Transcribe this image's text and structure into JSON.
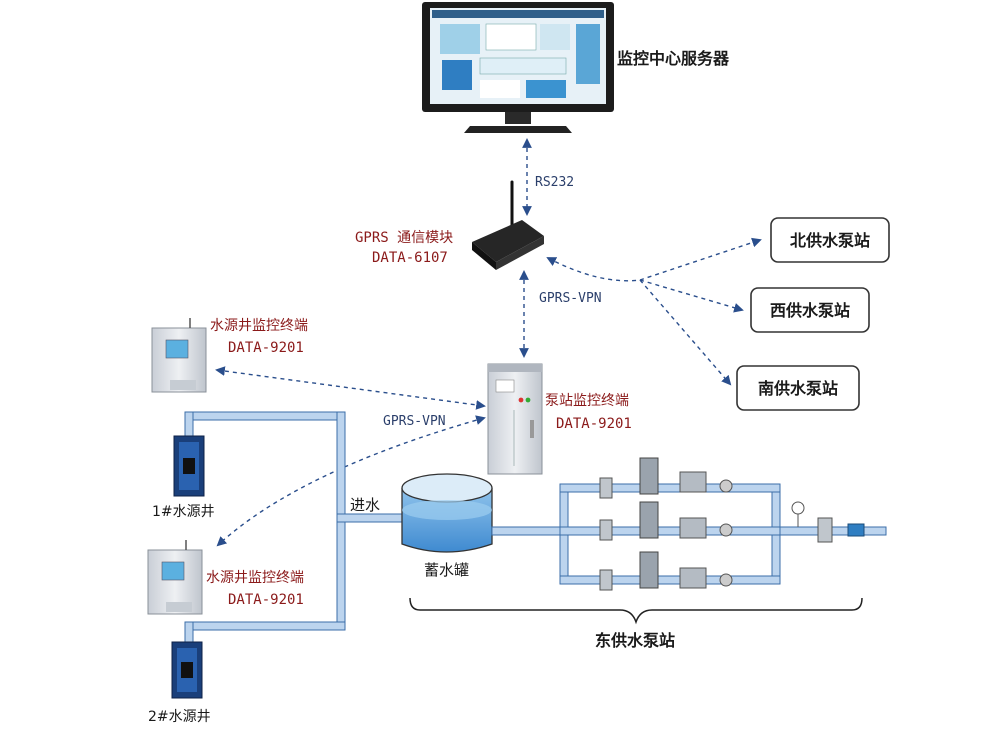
{
  "server": {
    "label": "监控中心服务器"
  },
  "links": {
    "rs232": "RS232",
    "gprs_vpn_1": "GPRS-VPN",
    "gprs_vpn_2": "GPRS-VPN"
  },
  "gprs_module": {
    "name": "GPRS 通信模块",
    "model": "DATA-6107"
  },
  "stations": {
    "north": "北供水泵站",
    "west": "西供水泵站",
    "south": "南供水泵站",
    "east": "东供水泵站"
  },
  "pump_terminal": {
    "name": "泵站监控终端",
    "model": "DATA-9201"
  },
  "well_terminal_1": {
    "name": "水源井监控终端",
    "model": "DATA-9201"
  },
  "well_terminal_2": {
    "name": "水源井监控终端",
    "model": "DATA-9201"
  },
  "wells": {
    "well1": "1#水源井",
    "well2": "2#水源井"
  },
  "water": {
    "inlet": "进水",
    "tank": "蓄水罐"
  },
  "colors": {
    "pipe": "#bcd4ee",
    "pipe_edge": "#3b6ea8",
    "dash_link": "#2a4e8c",
    "red_label": "#8b1a1a",
    "cabinet": "#dfe3e8"
  }
}
